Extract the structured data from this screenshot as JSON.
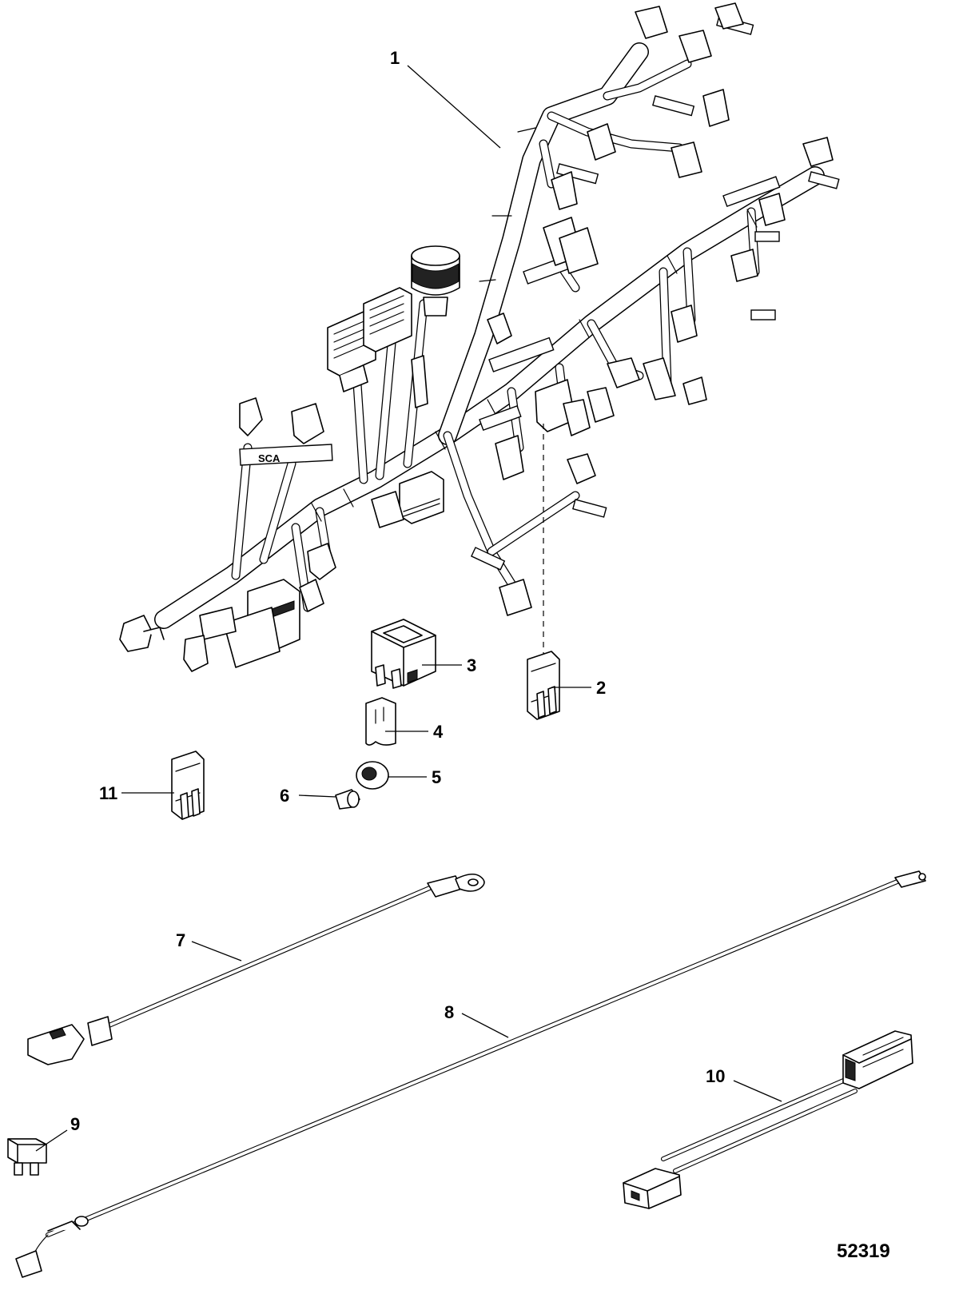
{
  "figure_number": "52319",
  "harness_tag": "SCA",
  "callouts": [
    {
      "id": "1",
      "label": "1"
    },
    {
      "id": "2",
      "label": "2"
    },
    {
      "id": "3",
      "label": "3"
    },
    {
      "id": "4",
      "label": "4"
    },
    {
      "id": "5",
      "label": "5"
    },
    {
      "id": "6",
      "label": "6"
    },
    {
      "id": "7",
      "label": "7"
    },
    {
      "id": "8",
      "label": "8"
    },
    {
      "id": "9",
      "label": "9"
    },
    {
      "id": "10",
      "label": "10"
    },
    {
      "id": "11",
      "label": "11"
    }
  ]
}
